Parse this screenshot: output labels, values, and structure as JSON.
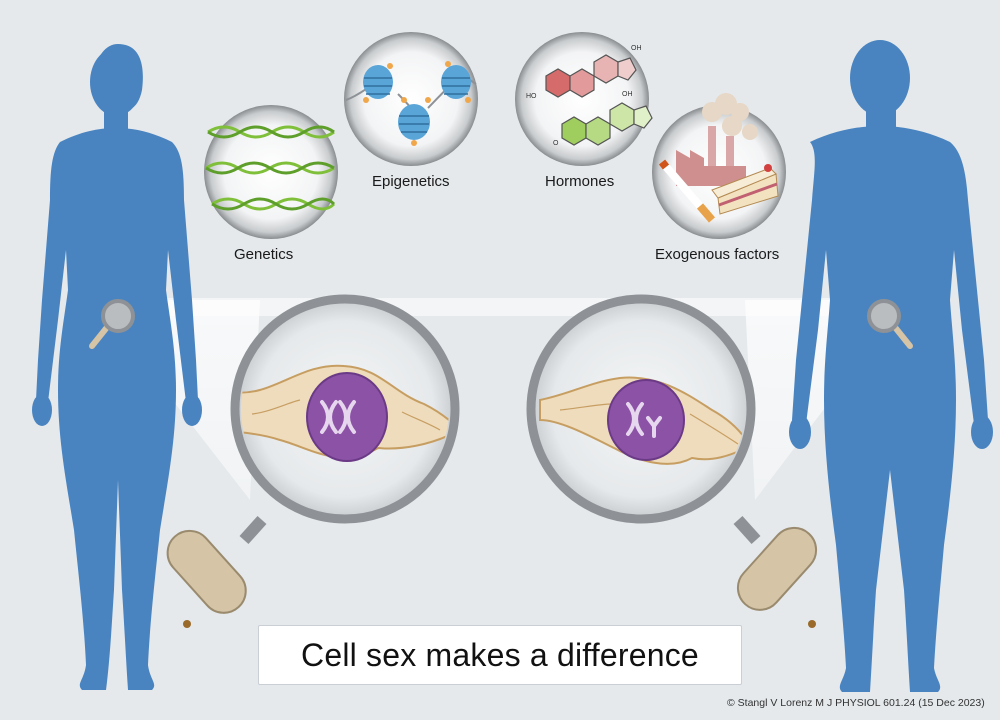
{
  "labels": {
    "genetics": "Genetics",
    "epigenetics": "Epigenetics",
    "hormones": "Hormones",
    "exogenous": "Exogenous factors"
  },
  "title": "Cell sex makes a difference",
  "credit": "© Stangl V Lorenz M J PHYSIOL 601.24 (15 Dec 2023)",
  "hormone_labels": {
    "top_oh": "OH",
    "top_ho": "HO",
    "bottom_oh": "OH",
    "bottom_o": "O"
  },
  "colors": {
    "background": "#e5e9ec",
    "silhouette": "#4a84c0",
    "cell": "#efdcbc",
    "nucleus": "#8b52a6",
    "dna_green": "#7fbf3a",
    "nucleosome_blue": "#5aa5d8",
    "hormone_red": "#d66b6b",
    "hormone_green": "#9fcd5e",
    "magnifier_rim": "#8e9296",
    "magnifier_handle": "#d5c4a6"
  },
  "icons": [
    "dna-helix-icon",
    "nucleosome-icon",
    "steroid-molecule-icon",
    "factory-icon",
    "cigarette-icon",
    "cake-icon",
    "magnifier-icon",
    "xx-chromosome-icon",
    "xy-chromosome-icon"
  ]
}
